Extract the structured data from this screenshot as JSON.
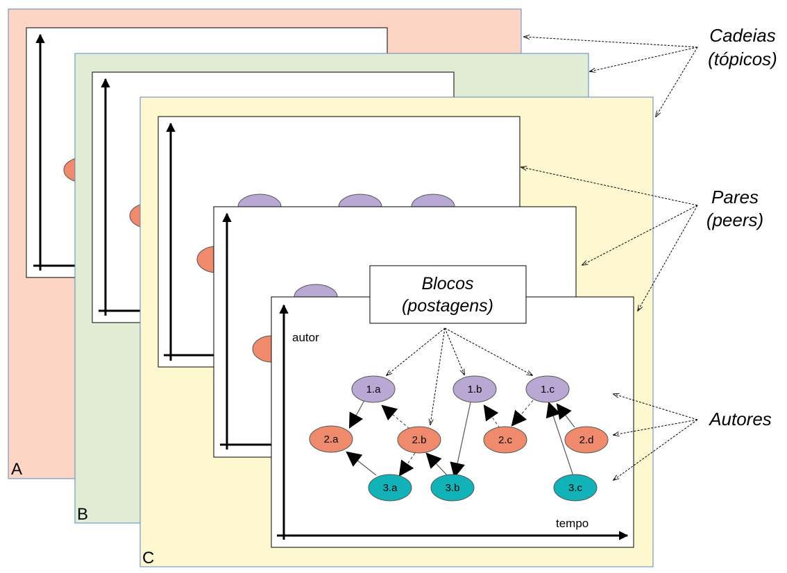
{
  "chains": [
    {
      "letter": "A",
      "color": "#fcd5c4"
    },
    {
      "letter": "B",
      "color": "#e1ecd4"
    },
    {
      "letter": "C",
      "color": "#fdf8cf"
    }
  ],
  "labels": {
    "chains_line1": "Cadeias",
    "chains_line2": "(tópicos)",
    "peers_line1": "Pares",
    "peers_line2": "(peers)",
    "blocks_line1": "Blocos",
    "blocks_line2": "(postagens)",
    "authors": "Autores",
    "axis_y": "autor",
    "axis_x": "tempo"
  },
  "colors": {
    "purple": "#b9a8d3",
    "salmon": "#f08a6c",
    "teal": "#12b3b8",
    "frame_border": "#5b86c4"
  },
  "nodes": {
    "n1a": "1.a",
    "n1b": "1.b",
    "n1c": "1.c",
    "n2a": "2.a",
    "n2b": "2.b",
    "n2c": "2.c",
    "n2d": "2.d",
    "n3a": "3.a",
    "n3b": "3.b",
    "n3c": "3.c"
  }
}
